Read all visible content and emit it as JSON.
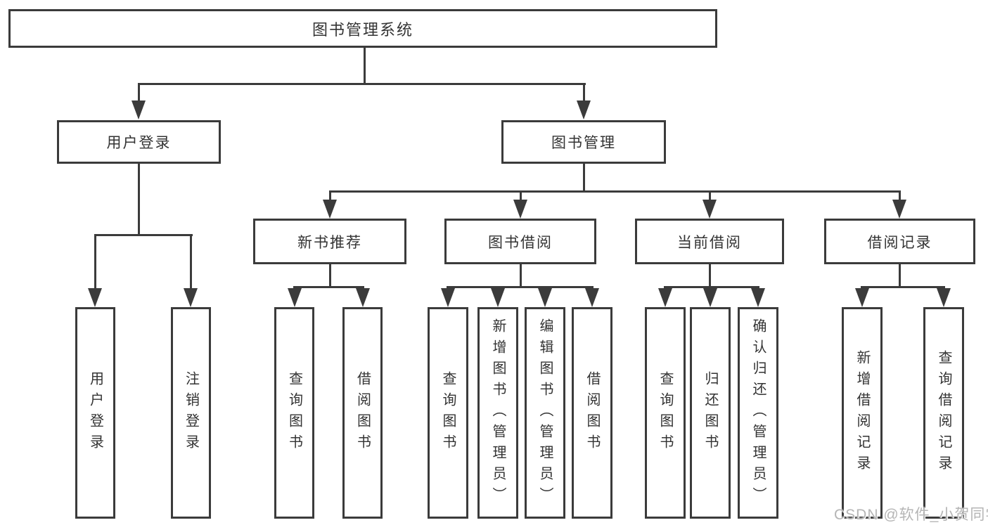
{
  "diagram_title": "图书管理系统",
  "tree": {
    "label": "图书管理系统",
    "children": [
      {
        "label": "用户登录",
        "children": [
          {
            "label": "用户登录"
          },
          {
            "label": "注销登录"
          }
        ]
      },
      {
        "label": "图书管理",
        "children": [
          {
            "label": "新书推荐",
            "children": [
              {
                "label": "查询图书"
              },
              {
                "label": "借阅图书"
              }
            ]
          },
          {
            "label": "图书借阅",
            "children": [
              {
                "label": "查询图书"
              },
              {
                "label": "新增图书（管理员）"
              },
              {
                "label": "编辑图书（管理员）"
              },
              {
                "label": "借阅图书"
              }
            ]
          },
          {
            "label": "当前借阅",
            "children": [
              {
                "label": "查询图书"
              },
              {
                "label": "归还图书"
              },
              {
                "label": "确认归还（管理员）"
              }
            ]
          },
          {
            "label": "借阅记录",
            "children": [
              {
                "label": "新增借阅记录"
              },
              {
                "label": "查询借阅记录"
              }
            ]
          }
        ]
      }
    ]
  },
  "watermark": "CSDN @软件_小贺同学",
  "colors": {
    "line": "#3b3b3b",
    "text": "#333333",
    "background": "#ffffff",
    "watermark": "#b5b5b5"
  }
}
